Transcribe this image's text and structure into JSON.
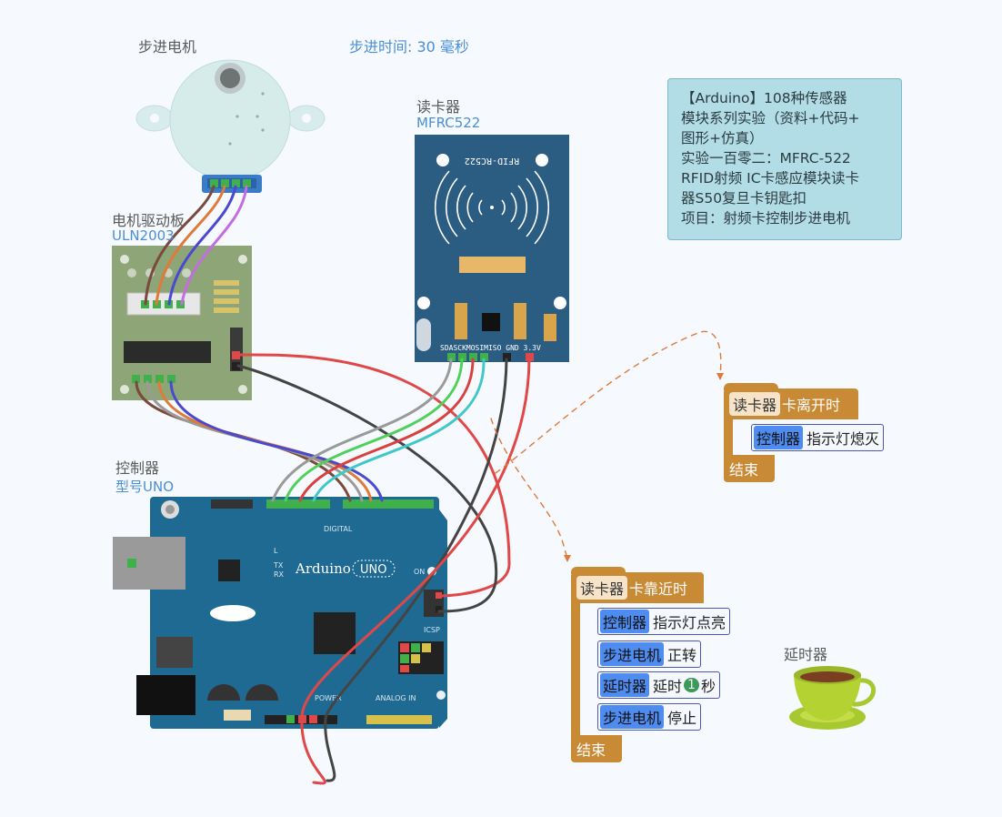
{
  "motor": {
    "title": "步进电机",
    "step_time": "步进时间: 30 毫秒"
  },
  "driver": {
    "title": "电机驱动板",
    "model": "ULN2003"
  },
  "reader": {
    "title": "读卡器",
    "model": "MFRC522",
    "silk": "RFID-RC522",
    "pins": "SDASCKMOSIMISO  GND  3.3V"
  },
  "controller": {
    "title": "控制器",
    "model": "型号UNO",
    "brand": "Arduino",
    "badge": "UNO",
    "digital": "DIGITAL",
    "power": "POWER",
    "analog": "ANALOG IN",
    "icsp": "ICSP",
    "on": "ON",
    "tx": "TX",
    "rx": "RX",
    "l": "L"
  },
  "delay_device": {
    "title": "延时器"
  },
  "note": {
    "lines": [
      "【Arduino】108种传感器",
      "模块系列实验（资料+代码+",
      "图形+仿真）",
      "实验一百零二：MFRC-522",
      "RFID射频 IC卡感应模块读卡",
      "器S50复旦卡钥匙扣",
      "项目：射频卡控制步进电机"
    ]
  },
  "program1": {
    "event_device": "读卡器",
    "event": "卡离开时",
    "statements": [
      {
        "device": "控制器",
        "action": "指示灯熄灭"
      }
    ],
    "end": "结束"
  },
  "program2": {
    "event_device": "读卡器",
    "event": "卡靠近时",
    "statements": [
      {
        "device": "控制器",
        "action": "指示灯点亮"
      },
      {
        "device": "步进电机",
        "action": "正转"
      },
      {
        "device": "延时器",
        "action": "延时",
        "value": "1",
        "unit": "秒"
      },
      {
        "device": "步进电机",
        "action": "停止"
      }
    ],
    "end": "结束"
  },
  "colors": {
    "board_blue": "#1f6a93",
    "reader_blue": "#2b5d82",
    "driver_green": "#8da577",
    "block_orange": "#c98a36",
    "note_bg": "#b3dde6"
  }
}
